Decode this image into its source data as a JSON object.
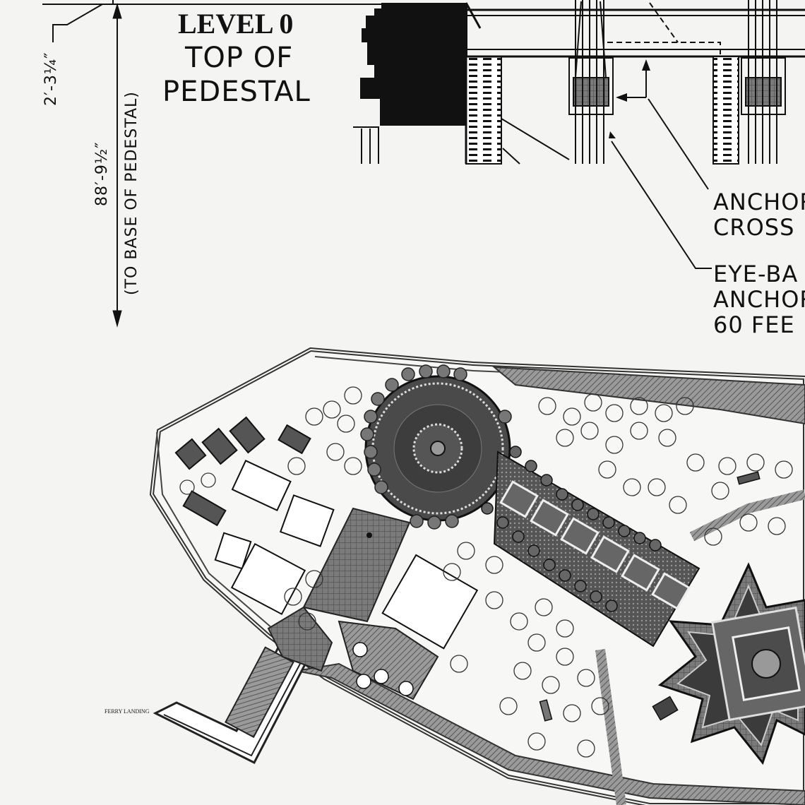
{
  "title": {
    "level": "LEVEL 0",
    "line1": "TOP OF",
    "line2": "PEDESTAL"
  },
  "dimensions": {
    "small": "2′-3¼″",
    "large": "88′-9½″",
    "large_note": "(TO BASE OF PEDESTAL)"
  },
  "callouts": {
    "anchor_line1": "ANCHOR",
    "anchor_line2": "CROSS",
    "eyebar_line1": "EYE-BA",
    "eyebar_line2": "ANCHOR",
    "eyebar_line3": "60 FEE"
  },
  "site_plan": {
    "ferry_landing": "FERRY LANDING"
  },
  "colors": {
    "paper": "#f4f4f2",
    "ink": "#111111",
    "hatch": "#6e6e6e",
    "path": "#8a8a8a"
  }
}
